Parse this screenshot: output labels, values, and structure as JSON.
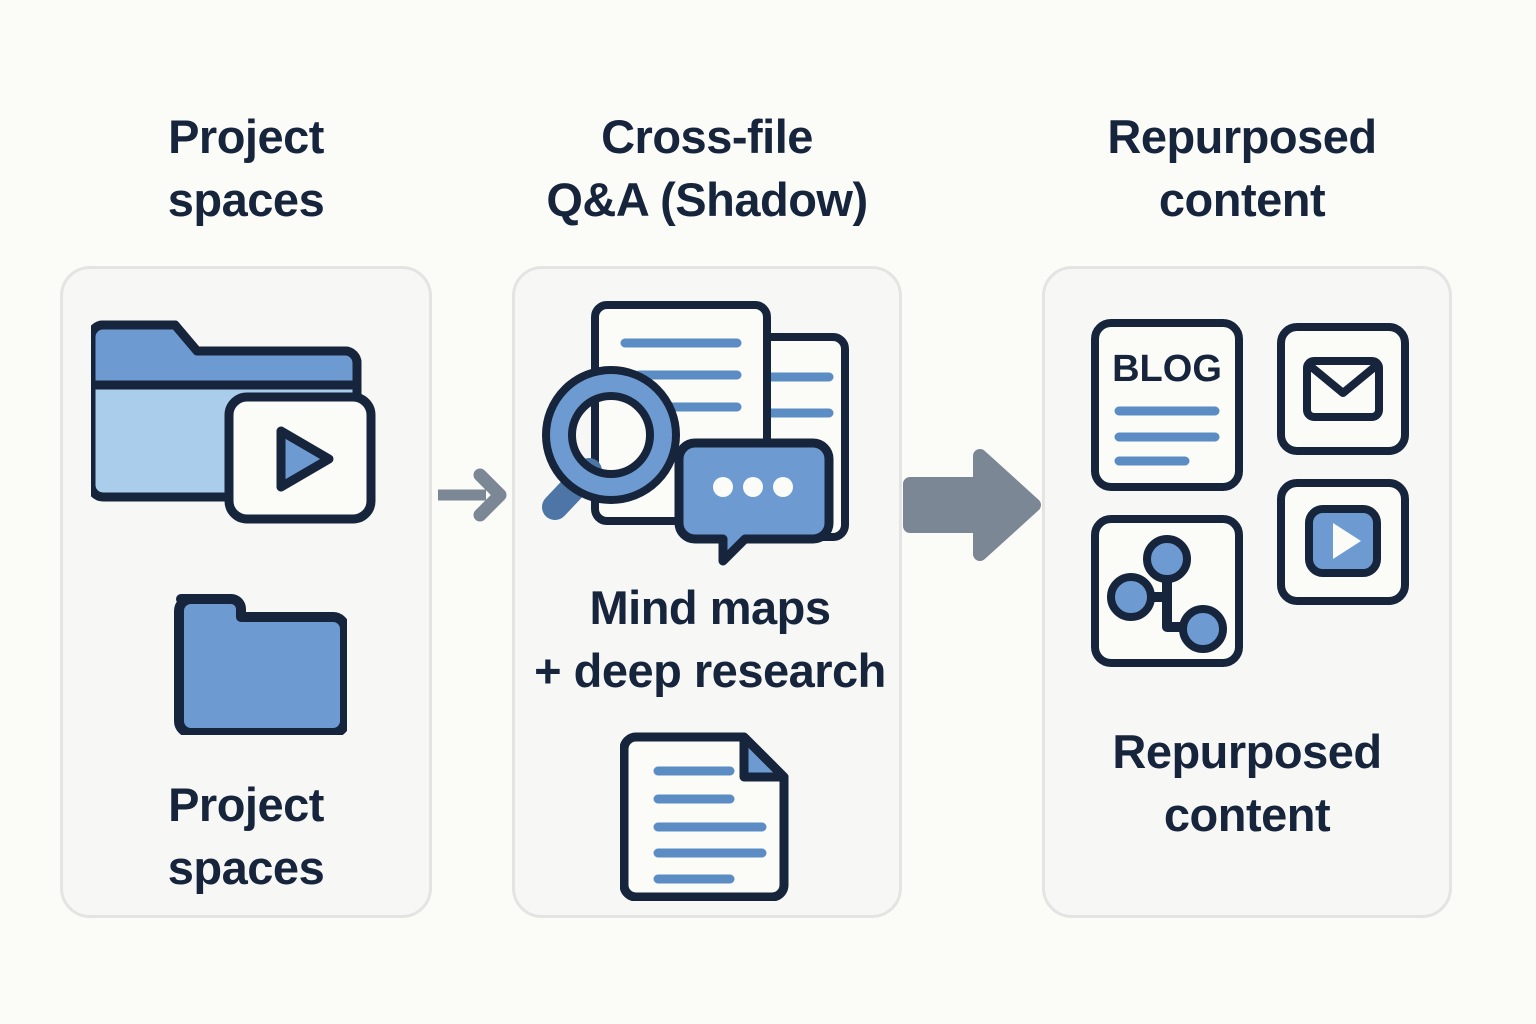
{
  "theme": {
    "background": "#fbfbf8",
    "panel_fill": "#f7f7f5",
    "panel_border": "#e4e4e2",
    "ink": "#16243c",
    "blue_mid": "#6d9bd1",
    "blue_light": "#aacdec",
    "blue_deep": "#5a88bd",
    "arrow_gray": "#7b8794",
    "line_blue": "#5b8cc4"
  },
  "columns": [
    {
      "id": "project-spaces",
      "heading": "Project\nspaces",
      "caption": "Project\nspaces",
      "icons": [
        {
          "name": "folder-with-video-icon",
          "label": "folder + video card"
        },
        {
          "name": "folder-icon",
          "label": "folder"
        }
      ]
    },
    {
      "id": "cross-file-qa",
      "heading": "Cross-file\nQ&A (Shadow)",
      "caption": "Mind maps\n+ deep research",
      "icons": [
        {
          "name": "documents-search-chat-icon",
          "label": "documents with magnifier and chat bubble"
        },
        {
          "name": "document-icon",
          "label": "document with folded corner"
        }
      ]
    },
    {
      "id": "repurposed-content",
      "heading": "Repurposed\ncontent",
      "caption": "Repurposed\ncontent",
      "icons": [
        {
          "name": "blog-card-icon",
          "label": "BLOG article card",
          "text": "BLOG"
        },
        {
          "name": "email-icon",
          "label": "envelope card"
        },
        {
          "name": "mind-map-icon",
          "label": "connected nodes card"
        },
        {
          "name": "video-card-icon",
          "label": "video play card"
        }
      ]
    }
  ],
  "arrows": [
    {
      "name": "arrow-stage-1-to-2",
      "direction": "right",
      "style": "thin"
    },
    {
      "name": "arrow-stage-2-to-3",
      "direction": "right",
      "style": "thick"
    }
  ]
}
